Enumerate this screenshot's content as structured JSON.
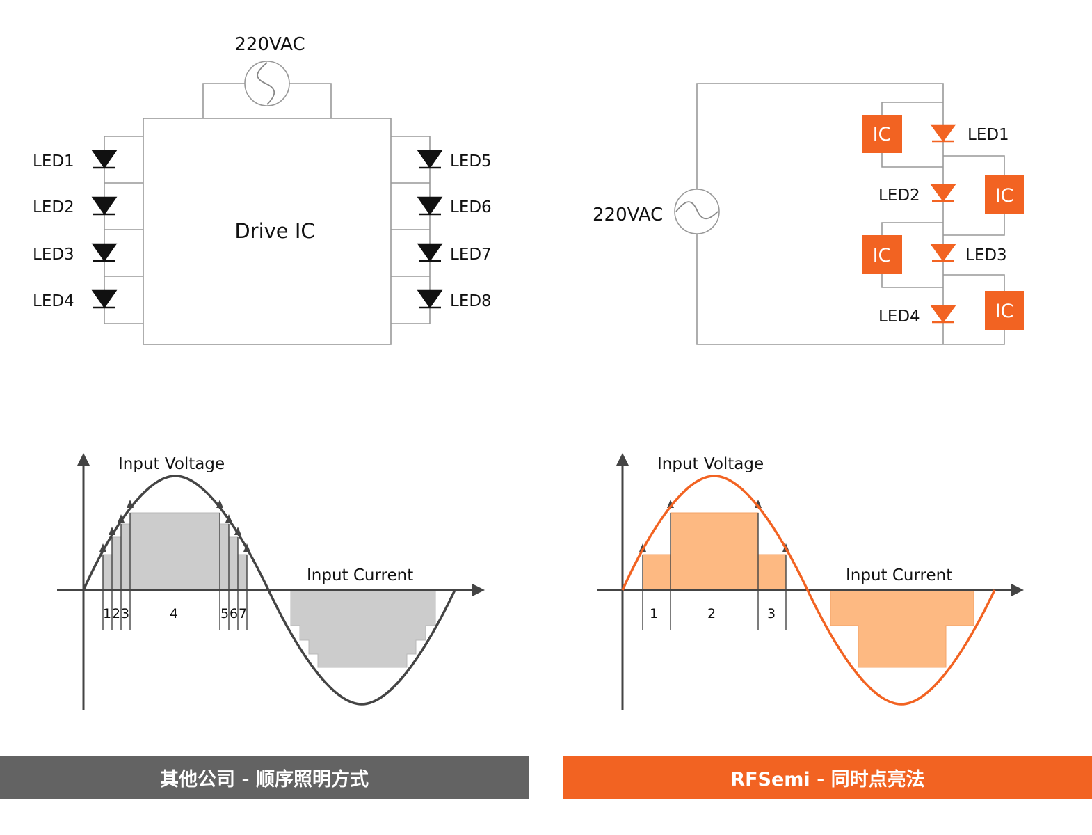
{
  "colors": {
    "accent": "#f26322",
    "fill_light": "#fdb982",
    "gray_fill": "#cccccc",
    "gray_banner": "#636363",
    "line": "#444444",
    "thin": "#999999"
  },
  "left_circuit": {
    "source_label": "220VAC",
    "ic_label": "Drive IC",
    "leds_left": [
      "LED1",
      "LED2",
      "LED3",
      "LED4"
    ],
    "leds_right": [
      "LED5",
      "LED6",
      "LED7",
      "LED8"
    ]
  },
  "right_circuit": {
    "source_label": "220VAC",
    "ic_label": "IC",
    "leds": [
      "LED1",
      "LED2",
      "LED3",
      "LED4"
    ]
  },
  "left_chart": {
    "voltage_label": "Input Voltage",
    "current_label": "Input Current",
    "segment_numbers": [
      "1",
      "2",
      "3",
      "4",
      "5",
      "6",
      "7"
    ]
  },
  "right_chart": {
    "voltage_label": "Input Voltage",
    "current_label": "Input Current",
    "segment_numbers": [
      "1",
      "2",
      "3"
    ]
  },
  "banners": {
    "left": "其他公司 - 顺序照明方式",
    "right": "RFSemi - 同时点亮法"
  }
}
